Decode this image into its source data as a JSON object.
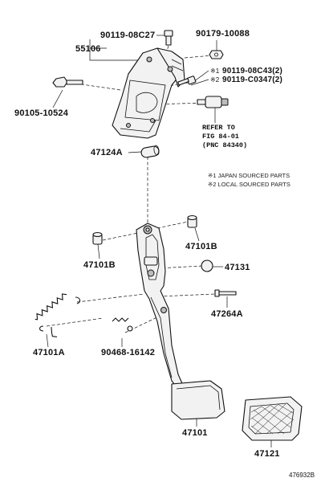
{
  "parts": {
    "p55106": "55106",
    "p90119_08c27": "90119-08C27",
    "p90179_10088": "90179-10088",
    "p90119_08c43": "90119-08C43(2)",
    "p90119_c0347": "90119-C0347(2)",
    "p90105_10524": "90105-10524",
    "p47124a": "47124A",
    "p47101b_right": "47101B",
    "p47101b_left": "47101B",
    "p47131": "47131",
    "p47264a": "47264A",
    "p47101a": "47101A",
    "p90468_16142": "90468-16142",
    "p47101": "47101",
    "p47121": "47121"
  },
  "marks": {
    "mark1": "※1",
    "mark2": "※2"
  },
  "refer": {
    "line1": "REFER TO",
    "line2": "FIG 84-01",
    "line3": "(PNC 84340)"
  },
  "legend": {
    "line1": "※1 JAPAN SOURCED PARTS",
    "line2": "※2 LOCAL SOURCED PARTS"
  },
  "figure_number": "476932B"
}
